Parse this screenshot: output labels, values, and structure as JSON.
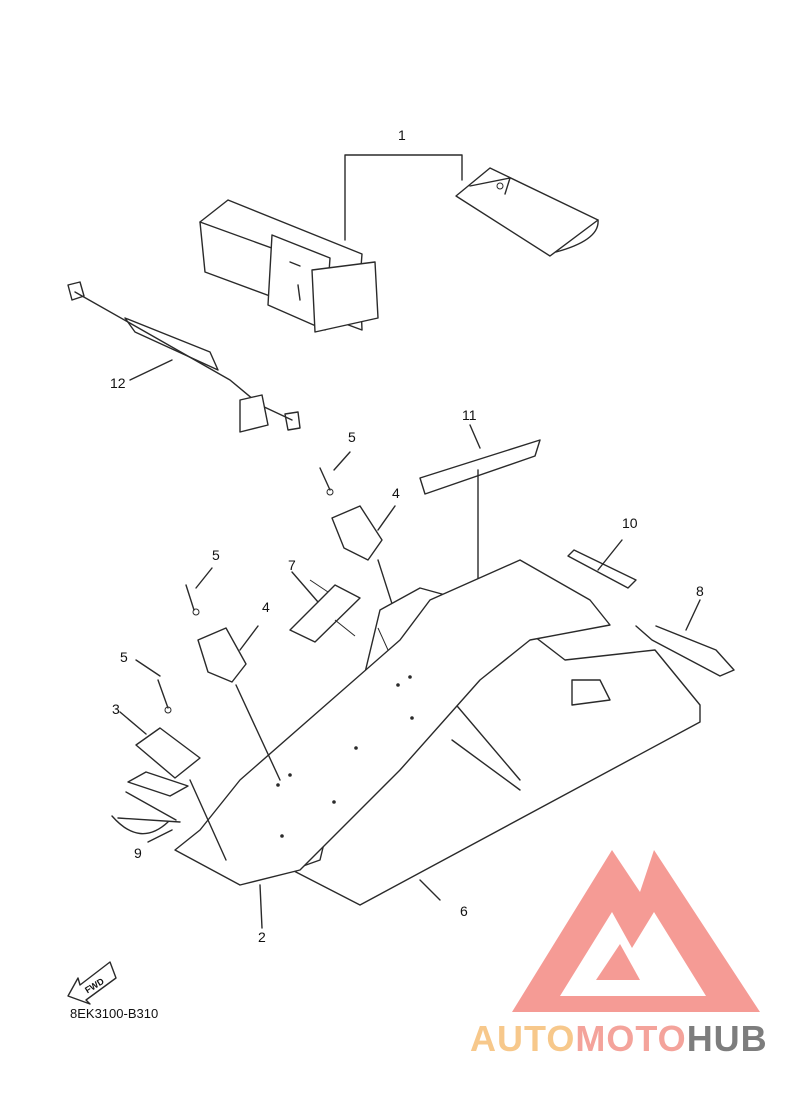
{
  "diagram": {
    "callouts": {
      "p1": "1",
      "p2": "2",
      "p3": "3",
      "p4a": "4",
      "p4b": "4",
      "p5a": "5",
      "p5b": "5",
      "p5c": "5",
      "p6": "6",
      "p7": "7",
      "p8": "8",
      "p9": "9",
      "p10": "10",
      "p11": "11",
      "p12": "12"
    },
    "fwd_label": "FWD",
    "drawing_code": "8EK3100-B310"
  },
  "watermark": {
    "part1": "AUTO",
    "part2": "MOTO",
    "part3": "HUB",
    "colors": {
      "auto": "#f7c88b",
      "moto": "#f4a39b",
      "hub": "#7d7d7d",
      "logo": "#f2716a"
    }
  }
}
